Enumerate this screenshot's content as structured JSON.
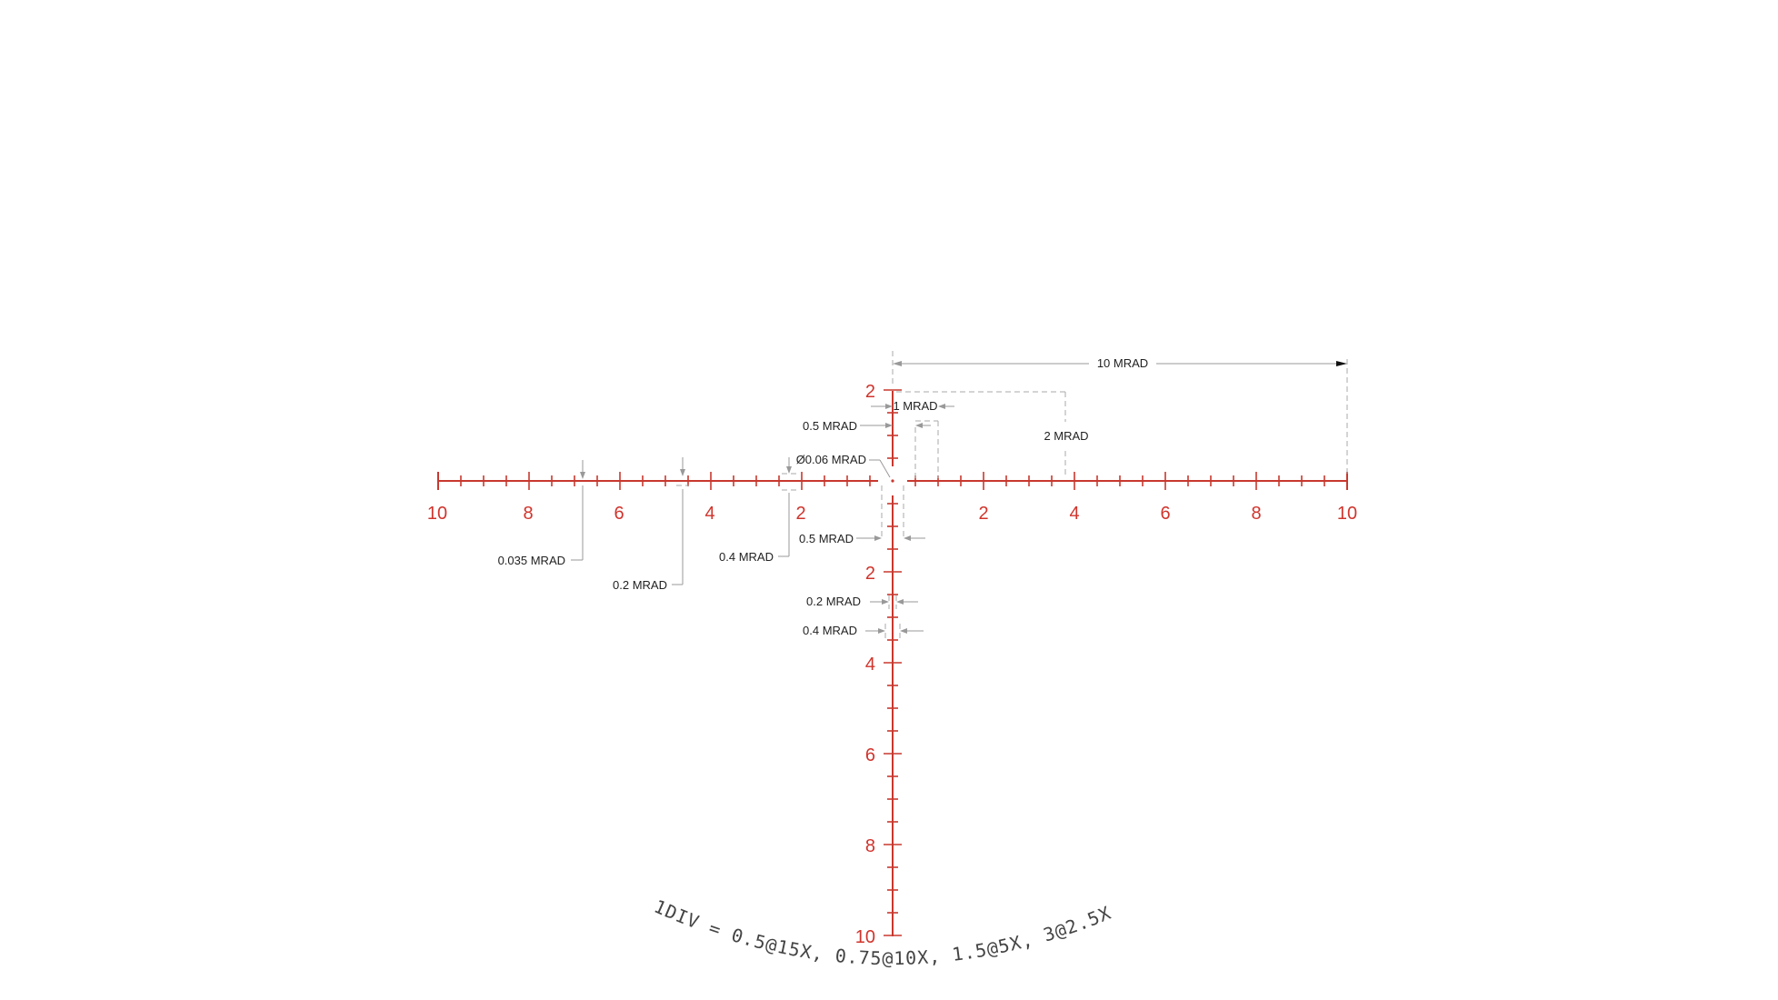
{
  "reticle": {
    "color": "#d0342c",
    "line_color": "#c8382e",
    "horizontal_labels": [
      "10",
      "8",
      "6",
      "4",
      "2",
      "2",
      "4",
      "6",
      "8",
      "10"
    ],
    "vertical_labels": [
      "2",
      "2",
      "4",
      "6",
      "8",
      "10"
    ],
    "annotations": {
      "span_10": "10 MRAD",
      "span_1": "1 MRAD",
      "span_2": "2 MRAD",
      "half_top": "0.5 MRAD",
      "dot": "Ø0.06 MRAD",
      "half_bottom": "0.5 MRAD",
      "line_thickness": "0.035 MRAD",
      "h_tick_02": "0.2 MRAD",
      "h_tick_04": "0.4 MRAD",
      "v_tick_02": "0.2 MRAD",
      "v_tick_04": "0.4 MRAD"
    },
    "formula": "1DIV = 0.5@15X, 0.75@10X, 1.5@5X, 3@2.5X"
  }
}
